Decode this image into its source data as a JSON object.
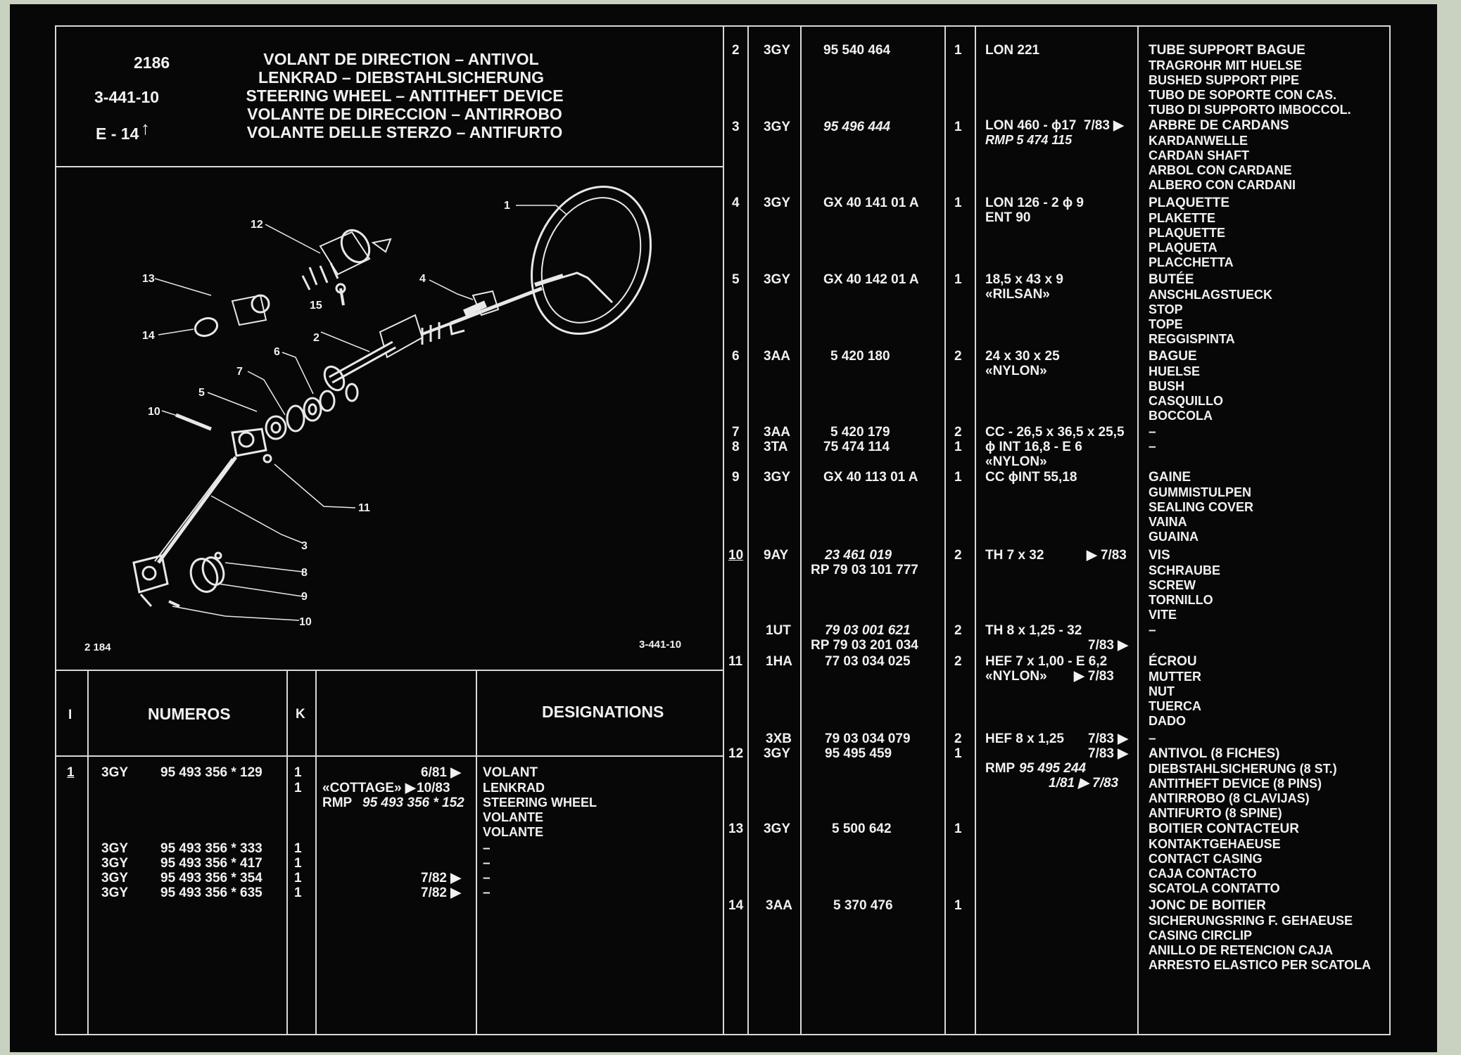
{
  "header": {
    "plate": "2186",
    "ref": "3-441-10",
    "edition": "E - 14",
    "titles": [
      "VOLANT DE DIRECTION – ANTIVOL",
      "LENKRAD – DIEBSTAHLSICHERUNG",
      "STEERING WHEEL – ANTITHEFT DEVICE",
      "VOLANTE DE DIRECCION – ANTIRROBO",
      "VOLANTE DELLE STERZO – ANTIFURTO"
    ]
  },
  "figure": {
    "plate_no": "2 184",
    "ref": "3-441-10",
    "callouts": [
      "1",
      "2",
      "3",
      "4",
      "5",
      "6",
      "7",
      "8",
      "9",
      "10",
      "10",
      "11",
      "12",
      "13",
      "14",
      "15"
    ]
  },
  "columns": {
    "item": "I",
    "numeros": "NUMEROS",
    "k": "K",
    "designations": "DESIGNATIONS"
  },
  "left_rows": {
    "r1": {
      "item": "1",
      "code": "3GY",
      "num": "95 493 356 * 129",
      "k": "1",
      "note": "6/81 ▶",
      "desig": "VOLANT"
    },
    "r1b": {
      "k": "1",
      "spec": "«COTTAGE» ▶",
      "note": "10/83",
      "desig": "LENKRAD"
    },
    "r1c": {
      "spec": "RMP",
      "spec_num": "95 493 356 * 152",
      "desig": "STEERING WHEEL"
    },
    "r1d": {
      "desig": "VOLANTE"
    },
    "r1e": {
      "desig": "VOLANTE"
    },
    "r2": {
      "code": "3GY",
      "num": "95 493 356 * 333",
      "k": "1",
      "desig": "–"
    },
    "r3": {
      "code": "3GY",
      "num": "95 493 356 * 417",
      "k": "1",
      "desig": "–"
    },
    "r4": {
      "code": "3GY",
      "num": "95 493 356 * 354",
      "k": "1",
      "note": "7/82 ▶",
      "desig": "–"
    },
    "r5": {
      "code": "3GY",
      "num": "95 493 356 * 635",
      "k": "1",
      "note": "7/82 ▶",
      "desig": "–"
    }
  },
  "right_rows": {
    "i2": {
      "item": "2",
      "code": "3GY",
      "num": "95 540 464",
      "k": "1",
      "spec": [
        "LON 221"
      ],
      "desig": [
        "TUBE SUPPORT BAGUE",
        "TRAGROHR MIT HUELSE",
        "BUSHED SUPPORT PIPE",
        "TUBO DE SOPORTE CON CAS.",
        "TUBO DI SUPPORTO IMBOCCOL."
      ]
    },
    "i3": {
      "item": "3",
      "code": "3GY",
      "num": "95 496 444",
      "k": "1",
      "spec": [
        "LON 460 - ϕ17  7/83 ▶",
        "RMP 5 474 115"
      ],
      "desig": [
        "ARBRE DE CARDANS",
        "KARDANWELLE",
        "CARDAN SHAFT",
        "ARBOL CON CARDANE",
        "ALBERO CON CARDANI"
      ]
    },
    "i4": {
      "item": "4",
      "code": "3GY",
      "num": "GX 40 141 01 A",
      "k": "1",
      "spec": [
        "LON 126 - 2 ϕ 9",
        "ENT 90"
      ],
      "desig": [
        "PLAQUETTE",
        "PLAKETTE",
        "PLAQUETTE",
        "PLAQUETA",
        "PLACCHETTA"
      ]
    },
    "i5": {
      "item": "5",
      "code": "3GY",
      "num": "GX 40 142 01 A",
      "k": "1",
      "spec": [
        "18,5 x 43 x 9",
        "«RILSAN»"
      ],
      "desig": [
        "BUTÉE",
        "ANSCHLAGSTUECK",
        "STOP",
        "TOPE",
        "REGGISPINTA"
      ]
    },
    "i6": {
      "item": "6",
      "code": "3AA",
      "num": "5 420 180",
      "k": "2",
      "spec": [
        "24 x 30 x 25",
        "«NYLON»"
      ],
      "desig": [
        "BAGUE",
        "HUELSE",
        "BUSH",
        "CASQUILLO",
        "BOCCOLA"
      ]
    },
    "i7": {
      "item": "7",
      "code": "3AA",
      "num": "5 420 179",
      "k": "2",
      "spec": [
        "CC - 26,5 x 36,5 x 25,5"
      ],
      "desig": [
        "–"
      ]
    },
    "i8": {
      "item": "8",
      "code": "3TA",
      "num": "75 474 114",
      "k": "1",
      "spec": [
        "ϕ INT 16,8 - E 6",
        "«NYLON»"
      ],
      "desig": [
        "–"
      ]
    },
    "i9": {
      "item": "9",
      "code": "3GY",
      "num": "GX 40 113 01 A",
      "k": "1",
      "spec": [
        "CC ϕINT 55,18"
      ],
      "desig": [
        "GAINE",
        "GUMMISTULPEN",
        "SEALING COVER",
        "VAINA",
        "GUAINA"
      ]
    },
    "i10": {
      "item": "10",
      "code": "9AY",
      "num": [
        "23 461 019",
        "RP 79 03 101 777"
      ],
      "k": "2",
      "spec": [
        "TH 7 x 32",
        "▶ 7/83"
      ],
      "desig": [
        "VIS",
        "SCHRAUBE",
        "SCREW",
        "TORNILLO",
        "VITE"
      ]
    },
    "i10b": {
      "code": "1UT",
      "num": [
        "79 03 001 621",
        "RP 79 03 201 034"
      ],
      "k": "2",
      "spec": [
        "TH 8 x 1,25 - 32",
        "7/83 ▶"
      ],
      "desig": [
        "–"
      ]
    },
    "i11": {
      "item": "11",
      "code": "1HA",
      "num": "77 03 034 025",
      "k": "2",
      "spec": [
        "HEF 7 x 1,00 - E 6,2",
        "«NYLON»",
        "▶ 7/83"
      ],
      "desig": [
        "ÉCROU",
        "MUTTER",
        "NUT",
        "TUERCA",
        "DADO"
      ]
    },
    "i11b": {
      "code": "3XB",
      "num": "79 03 034 079",
      "k": "2",
      "spec": [
        "HEF 8 x 1,25",
        "7/83 ▶"
      ],
      "desig": [
        "–"
      ]
    },
    "i12": {
      "item": "12",
      "code": "3GY",
      "num": "95 495 459",
      "k": "1",
      "spec": [
        "7/83 ▶",
        "RMP",
        "95 495 244",
        "1/81 ▶ 7/83"
      ],
      "desig": [
        "ANTIVOL (8 FICHES)",
        "DIEBSTAHLSICHERUNG (8 ST.)",
        "ANTITHEFT DEVICE (8 PINS)",
        "ANTIRROBO (8 CLAVIJAS)",
        "ANTIFURTO (8 SPINE)"
      ]
    },
    "i13": {
      "item": "13",
      "code": "3GY",
      "num": "5 500 642",
      "k": "1",
      "desig": [
        "BOITIER CONTACTEUR",
        "KONTAKTGEHAEUSE",
        "CONTACT CASING",
        "CAJA CONTACTO",
        "SCATOLA CONTATTO"
      ]
    },
    "i14": {
      "item": "14",
      "code": "3AA",
      "num": "5 370 476",
      "k": "1",
      "desig": [
        "JONC DE BOITIER",
        "SICHERUNGSRING F. GEHAEUSE",
        "CASING CIRCLIP",
        "ANILLO DE RETENCION CAJA",
        "ARRESTO ELASTICO PER SCATOLA"
      ]
    }
  },
  "colors": {
    "background": "#070707",
    "text": "#f1f1f1",
    "rule": "#d8d8d8",
    "film_edge": "#c9d2c0"
  }
}
